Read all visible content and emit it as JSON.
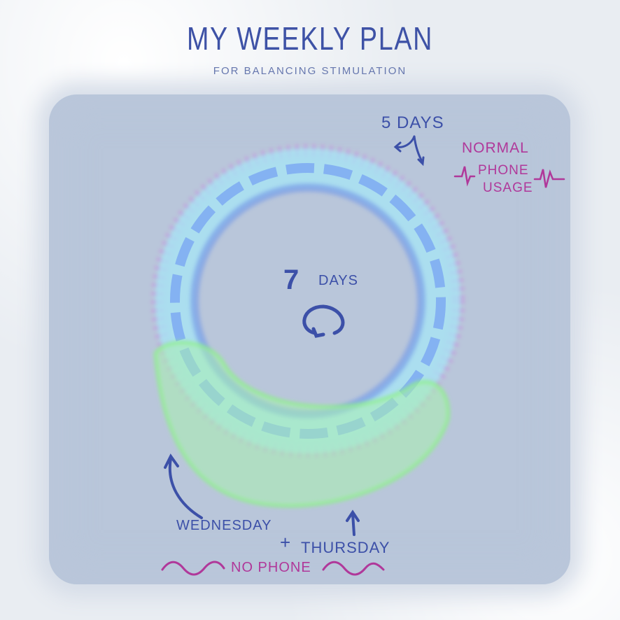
{
  "header": {
    "title": "MY WEEKLY PLAN",
    "subtitle": "FOR BALANCING STIMULATION"
  },
  "cycle": {
    "total_label_num": "7",
    "total_label_unit": "DAYS",
    "top_label": "5 DAYS",
    "normal_usage": [
      "NORMAL",
      "PHONE",
      "USAGE"
    ],
    "day_a": "WEDNESDAY",
    "plus": "+",
    "day_b": "THURSDAY",
    "no_phone": "NO PHONE"
  },
  "colors": {
    "ink_blue": "#3c50a8",
    "ink_pink": "#b0389a",
    "ring_blue": "#7aa6f2",
    "ring_green": "#8ef08a",
    "spikes": "#c978e0",
    "background": "#b9c6da"
  }
}
